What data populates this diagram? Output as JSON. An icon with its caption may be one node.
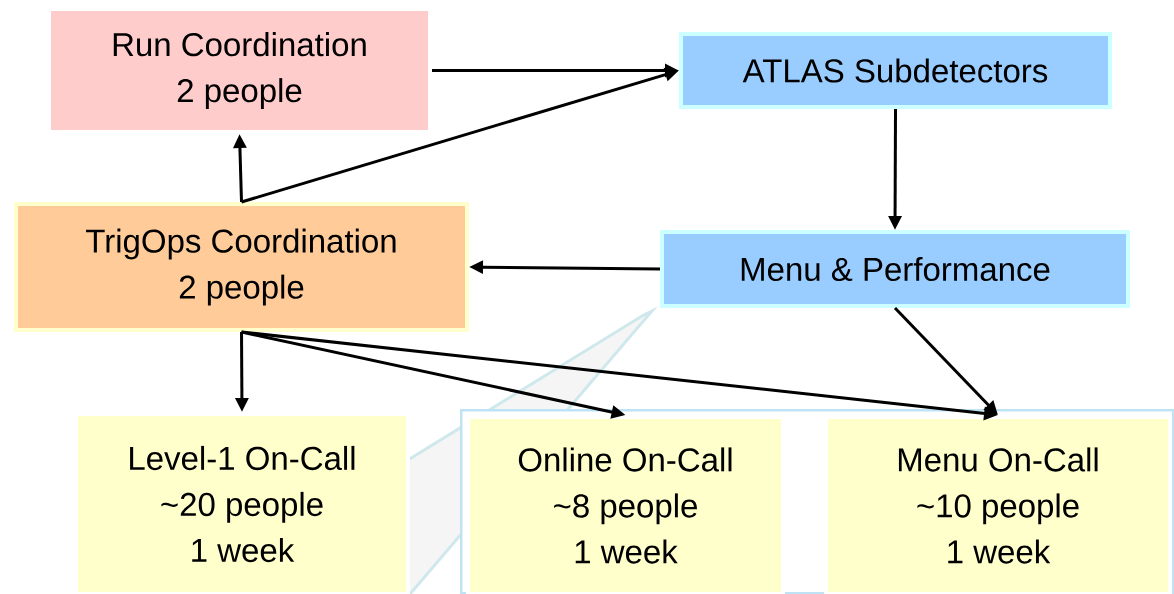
{
  "diagram": {
    "nodes": [
      {
        "text": [
          "Run Coordination",
          "2 people"
        ]
      },
      {
        "text": [
          "ATLAS Subdetectors"
        ]
      },
      {
        "text": [
          "TrigOps Coordination",
          "2 people"
        ]
      },
      {
        "text": [
          "Menu & Performance"
        ]
      },
      {
        "text": [
          "Level-1 On-Call",
          "~20 people",
          "1 week"
        ]
      },
      {
        "text": [],
        "shape": "box"
      },
      {
        "text": [
          "Online On-Call",
          "~8 people",
          "1 week"
        ],
        "in": 5
      },
      {
        "text": [
          "Menu On-Call",
          "~10 people",
          "1 week"
        ],
        "in": 5
      }
    ],
    "edges": [
      {
        "from": 0,
        "to": 1,
        "arrow": "to"
      },
      {
        "from": 2,
        "to": 0,
        "arrow": "to"
      },
      {
        "from": 2,
        "to": 1,
        "arrow": "to"
      },
      {
        "from": 1,
        "to": 3,
        "arrow": "to"
      },
      {
        "from": 3,
        "to": 2,
        "arrow": "to"
      },
      {
        "from": 2,
        "to": 4,
        "arrow": "to"
      },
      {
        "from": 2,
        "to": 6,
        "arrow": "to"
      },
      {
        "from": 2,
        "to": 7,
        "arrow": "to"
      },
      {
        "from": 3,
        "to": 7,
        "arrow": "to"
      }
    ]
  }
}
